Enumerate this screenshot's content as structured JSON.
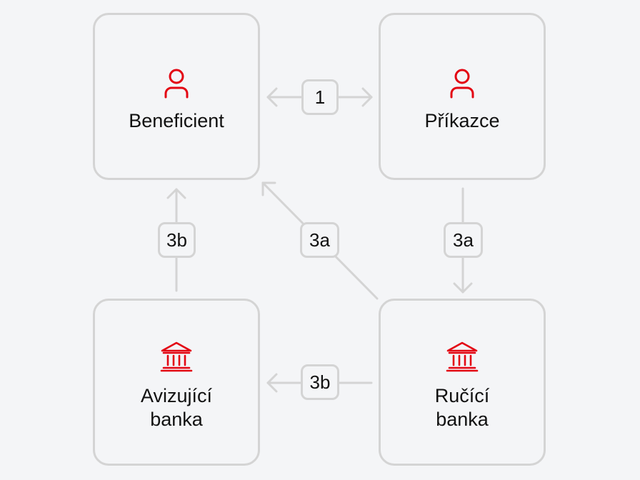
{
  "colors": {
    "background": "#f4f5f7",
    "border": "#d4d4d4",
    "accent": "#e30613",
    "text": "#111111"
  },
  "nodes": {
    "beneficient": {
      "label": "Beneficient",
      "icon": "person-icon"
    },
    "prikazce": {
      "label": "Příkazce",
      "icon": "person-icon"
    },
    "avizujici_banka": {
      "label_line1": "Avizující",
      "label_line2": "banka",
      "icon": "bank-icon"
    },
    "rucici_banka": {
      "label_line1": "Ručící",
      "label_line2": "banka",
      "icon": "bank-icon"
    }
  },
  "steps": {
    "beneficient_prikazce": "1",
    "avizujici_to_beneficient": "3b",
    "rucici_to_beneficient": "3a",
    "prikazce_to_rucici": "3a",
    "rucici_to_avizujici": "3b"
  }
}
